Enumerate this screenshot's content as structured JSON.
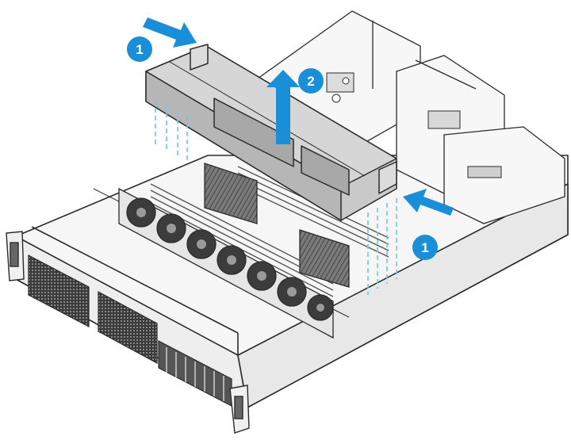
{
  "diagram": {
    "steps": [
      {
        "number": "1",
        "action": "release-tab"
      },
      {
        "number": "2",
        "action": "lift-air-baffle"
      },
      {
        "number": "1",
        "action": "release-tab"
      }
    ],
    "colors": {
      "accent": "#1a8fd8",
      "accent_light": "#4fb3ea",
      "guide": "#6ec6e6",
      "line": "#2b2b2b",
      "metal": "#f4f4f4",
      "shade": "#b9b9b9",
      "dark": "#333333",
      "baffle": "#c9c9c9"
    }
  }
}
